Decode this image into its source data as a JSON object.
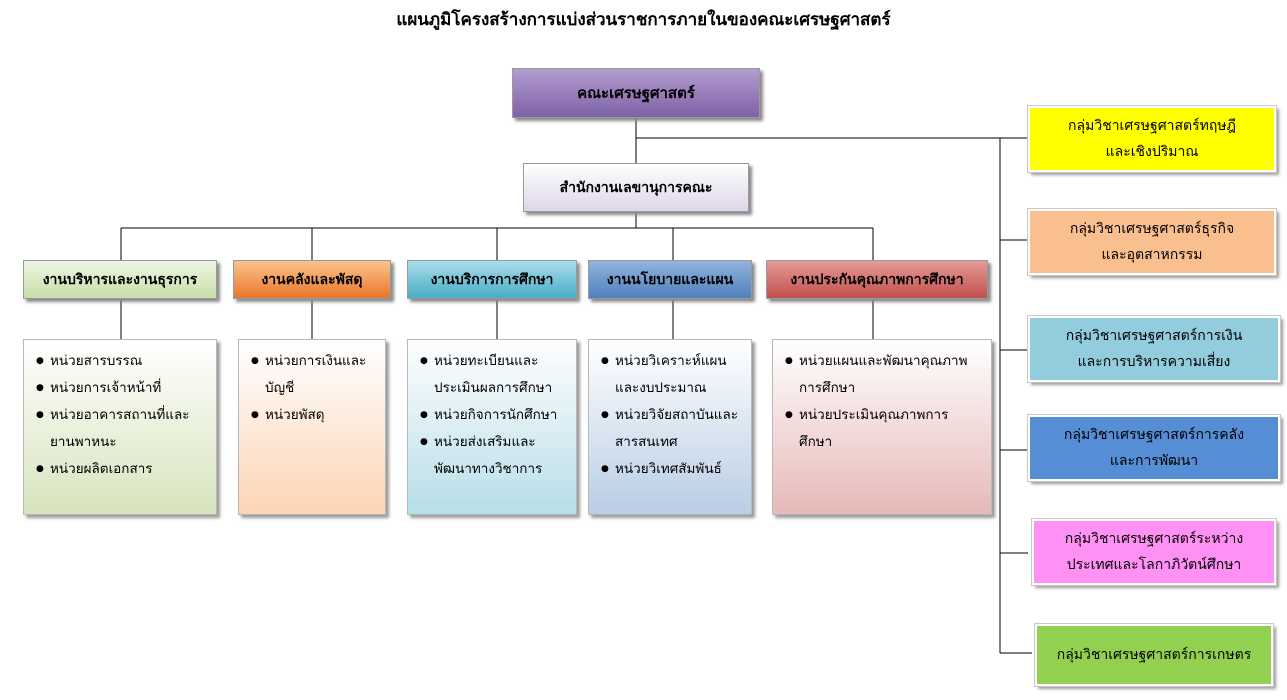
{
  "title": "แผนภูมิโครงสร้างการแบ่งส่วนราชการภายในของคณะเศรษฐศาสตร์",
  "faculty": "คณะเศรษฐศาสตร์",
  "office": "สำนักงานเลขานุการคณะ",
  "departments": [
    {
      "label": "งานบริหารและงานธุรการ",
      "units": [
        "หน่วยสารบรรณ",
        "หน่วยการเจ้าหน้าที่",
        "หน่วยอาคารสถานที่และยานพาหนะ",
        "หน่วยผลิตเอกสาร"
      ]
    },
    {
      "label": "งานคลังและพัสดุ",
      "units": [
        "หน่วยการเงินและบัญชี",
        "หน่วยพัสดุ"
      ]
    },
    {
      "label": "งานบริการการศึกษา",
      "units": [
        "หน่วยทะเบียนและประเมินผลการศึกษา",
        "หน่วยกิจการนักศึกษา",
        "หน่วยส่งเสริมและพัฒนาทางวิชาการ"
      ]
    },
    {
      "label": "งานนโยบายและแผน",
      "units": [
        "หน่วยวิเคราะห์แผนและงบประมาณ",
        "หน่วยวิจัยสถาบันและสารสนเทศ",
        "หน่วยวิเทศสัมพันธ์"
      ]
    },
    {
      "label": "งานประกันคุณภาพการศึกษา",
      "units": [
        "หน่วยแผนและพัฒนาคุณภาพการศึกษา",
        "หน่วยประเมินคุณภาพการศึกษา"
      ]
    }
  ],
  "groups": [
    {
      "line1": "กลุ่มวิชาเศรษฐศาสตร์ทฤษฎี",
      "line2": "และเชิงปริมาณ",
      "color": "#ffff00"
    },
    {
      "line1": "กลุ่มวิชาเศรษฐศาสตร์ธุรกิจ",
      "line2": "และอุตสาหกรรม",
      "color": "#f9bf8f"
    },
    {
      "line1": "กลุ่มวิชาเศรษฐศาสตร์การเงิน",
      "line2": "และการบริหารความเสี่ยง",
      "color": "#93cddd"
    },
    {
      "line1": "กลุ่มวิชาเศรษฐศาสตร์การคลัง",
      "line2": "และการพัฒนา",
      "color": "#558ed5"
    },
    {
      "line1": "กลุ่มวิชาเศรษฐศาสตร์ระหว่าง",
      "line2": "ประเทศและโลกาภิวัตน์ศึกษา",
      "color": "#ff91f5"
    },
    {
      "line1": "กลุ่มวิชาเศรษฐศาสตร์การเกษตร",
      "line2": "",
      "color": "#92d050"
    }
  ]
}
